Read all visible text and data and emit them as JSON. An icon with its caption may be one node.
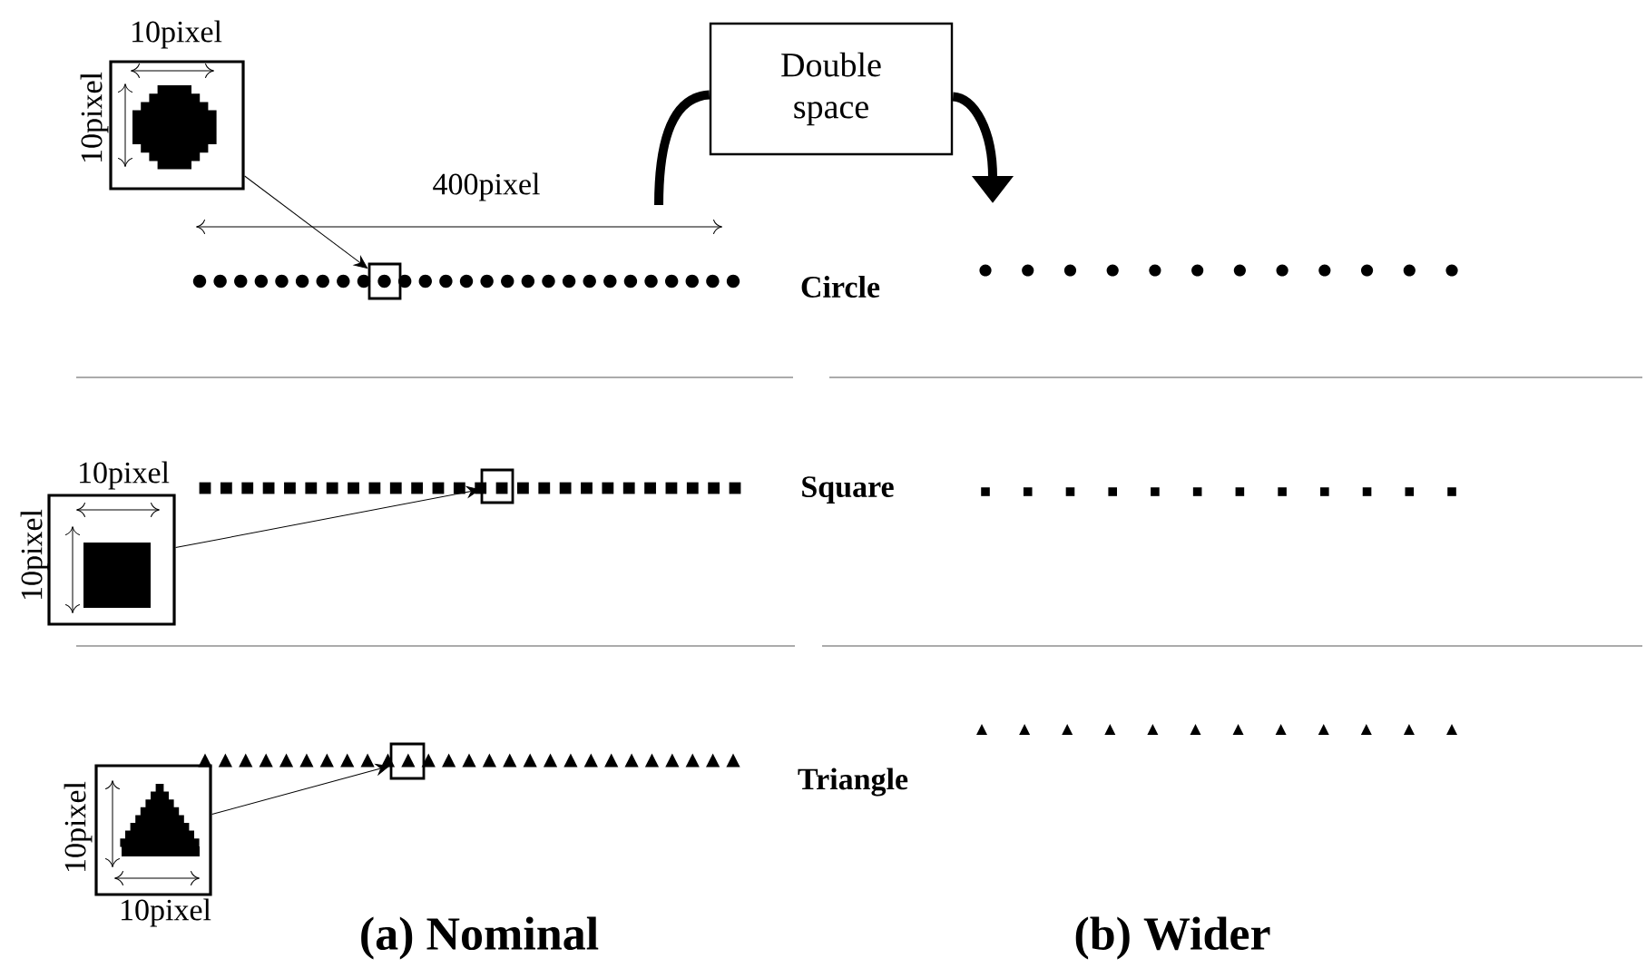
{
  "diagram": {
    "nodes": [
      {
        "text": [
          "Double space"
        ]
      },
      {
        "text": [],
        "shape": "box",
        "beside": [
          "10pixel",
          "10pixel"
        ]
      },
      {
        "text": [],
        "shape": "box"
      },
      {
        "text": [],
        "shape": "box",
        "beside": [
          "10pixel",
          "10pixel"
        ]
      },
      {
        "text": [],
        "shape": "box"
      },
      {
        "text": [],
        "shape": "box",
        "beside": [
          "10pixel",
          "10pixel"
        ]
      },
      {
        "text": [],
        "shape": "box"
      }
    ],
    "edges": [
      {
        "from": 1,
        "to": 2,
        "arrow": "to"
      },
      {
        "from": 3,
        "to": 4,
        "arrow": "to"
      },
      {
        "from": 5,
        "to": 6,
        "arrow": "to"
      },
      {
        "from": null,
        "to": 0,
        "arrow": "none",
        "style": "thick"
      },
      {
        "from": 0,
        "to": null,
        "arrow": "to",
        "style": "thick"
      }
    ],
    "labels": [
      "400pixel",
      "Circle",
      "Square",
      "Triangle",
      "(a) Nominal",
      "(b) Wider"
    ]
  }
}
